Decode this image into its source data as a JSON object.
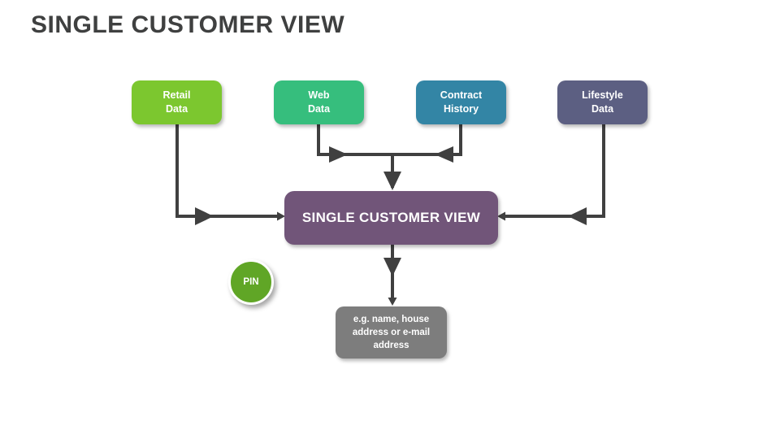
{
  "title": "SINGLE CUSTOMER VIEW",
  "diagram": {
    "sources": [
      {
        "label": "Retail Data",
        "line1": "Retail",
        "line2": "Data",
        "color": "#7CC72F"
      },
      {
        "label": "Web Data",
        "line1": "Web",
        "line2": "Data",
        "color": "#36BE7D"
      },
      {
        "label": "Contract History",
        "line1": "Contract",
        "line2": "History",
        "color": "#3385A5"
      },
      {
        "label": "Lifestyle Data",
        "line1": "Lifestyle",
        "line2": "Data",
        "color": "#5C5F82"
      }
    ],
    "central": {
      "label": "SINGLE CUSTOMER VIEW",
      "color": "#715579"
    },
    "output": {
      "label": "e.g. name, house address or e-mail address",
      "color": "#7D7D7D"
    },
    "badge": {
      "label": "PIN",
      "color": "#60A626"
    },
    "connector_color": "#404040",
    "title_color": "#3F4040"
  }
}
